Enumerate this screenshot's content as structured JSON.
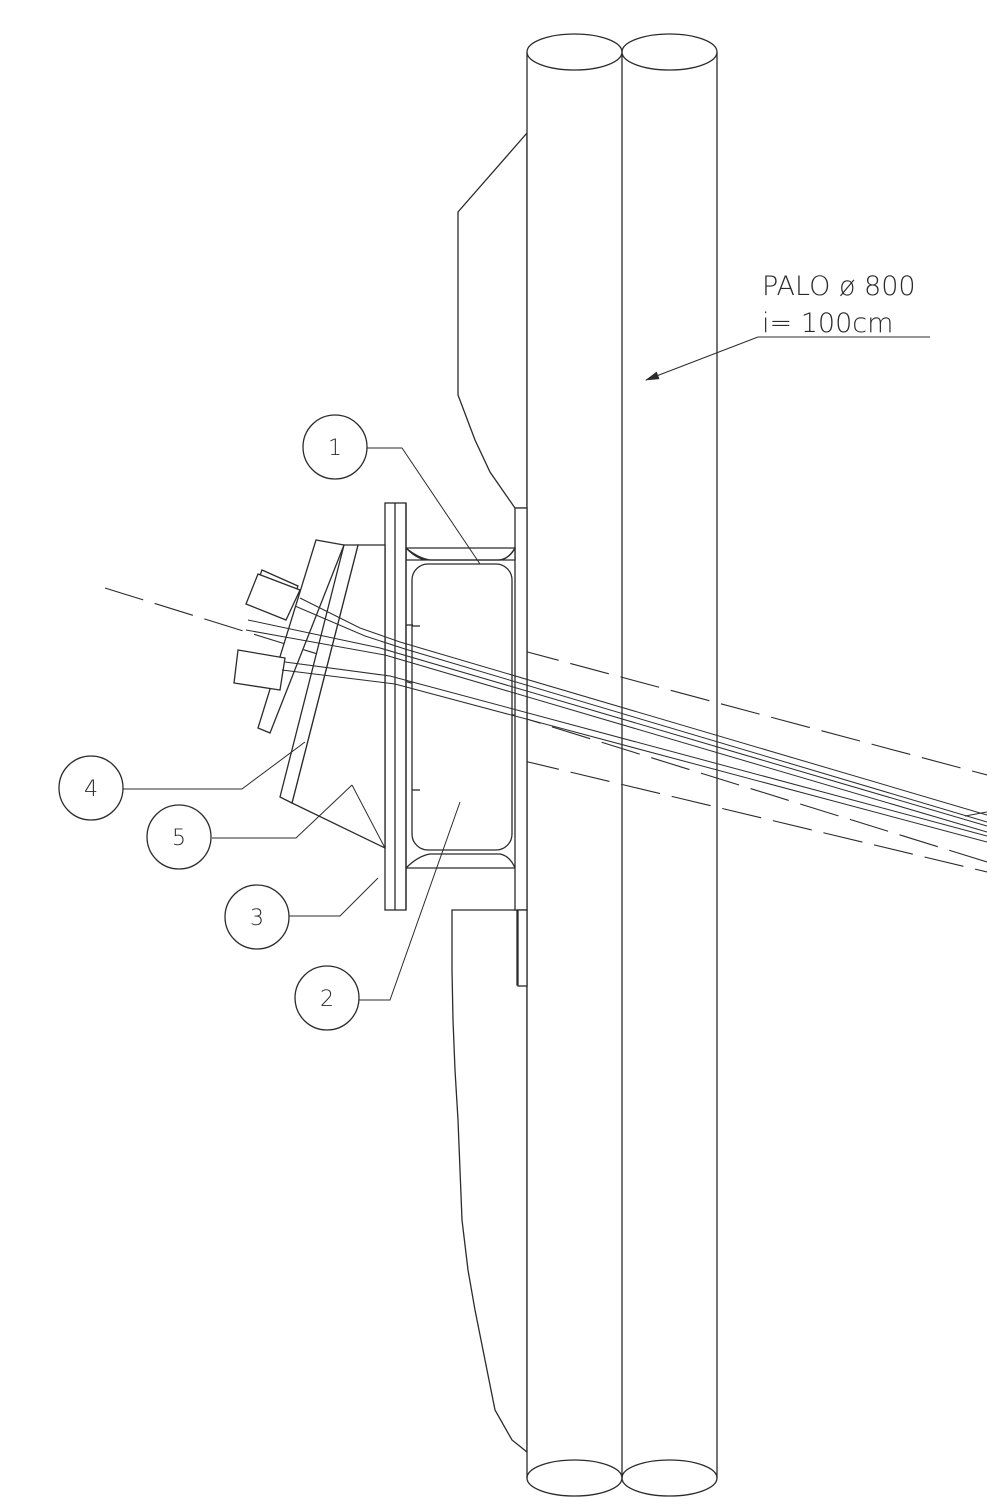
{
  "drawing": {
    "pile_label_line1": "PALO ø 800",
    "pile_label_line2": "i= 100cm",
    "callouts": [
      {
        "id": "1",
        "text": "1"
      },
      {
        "id": "2",
        "text": "2"
      },
      {
        "id": "3",
        "text": "3"
      },
      {
        "id": "4",
        "text": "4"
      },
      {
        "id": "5",
        "text": "5"
      }
    ],
    "colors": {
      "line": "#2b2b2b",
      "background": "#ffffff"
    }
  }
}
